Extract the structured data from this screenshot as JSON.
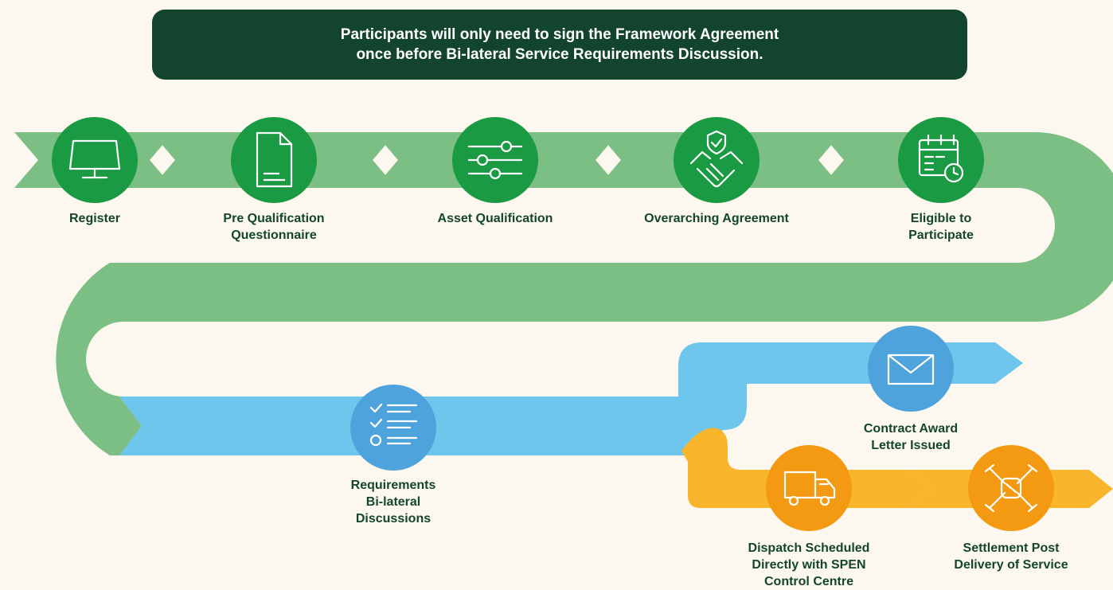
{
  "banner": {
    "line1": "Participants will only need to sign the Framework Agreement",
    "line2": "once before Bi-lateral Service Requirements Discussion."
  },
  "colors": {
    "green_band": "#7bbf84",
    "green_icon": "#1a9a43",
    "blue_band": "#6ec6ec",
    "blue_icon": "#4fa3dc",
    "orange_band": "#f9b52c",
    "orange_icon": "#f39a12",
    "banner_bg": "#13452e",
    "text": "#13452e"
  },
  "steps": [
    {
      "id": "register",
      "icon": "monitor-icon",
      "lines": [
        "Register"
      ]
    },
    {
      "id": "pre-qualification",
      "icon": "document-icon",
      "lines": [
        "Pre Qualification",
        "Questionnaire"
      ]
    },
    {
      "id": "asset-qualification",
      "icon": "sliders-icon",
      "lines": [
        "Asset Qualification"
      ]
    },
    {
      "id": "overarching-agreement",
      "icon": "handshake-shield-icon",
      "lines": [
        "Overarching Agreement"
      ]
    },
    {
      "id": "eligible",
      "icon": "calendar-clock-icon",
      "lines": [
        "Eligible to",
        "Participate"
      ]
    },
    {
      "id": "requirements",
      "icon": "checklist-icon",
      "lines": [
        "Requirements",
        "Bi-lateral",
        "Discussions"
      ]
    },
    {
      "id": "contract-award",
      "icon": "envelope-icon",
      "lines": [
        "Contract Award",
        "Letter Issued"
      ]
    },
    {
      "id": "dispatch",
      "icon": "truck-icon",
      "lines": [
        "Dispatch Scheduled",
        "Directly with SPEN",
        "Control Centre"
      ]
    },
    {
      "id": "settlement",
      "icon": "joined-hands-icon",
      "lines": [
        "Settlement Post",
        "Delivery of Service"
      ]
    }
  ]
}
